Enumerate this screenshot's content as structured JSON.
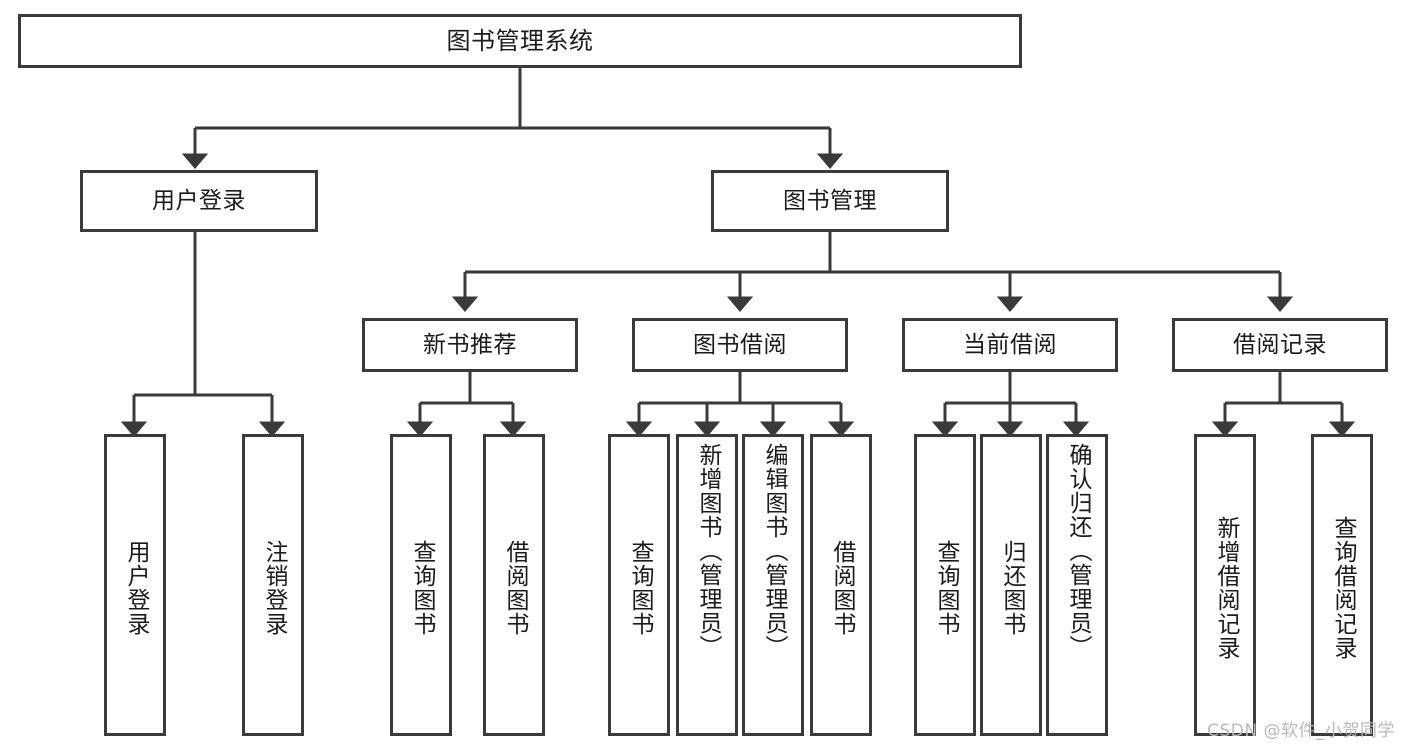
{
  "diagram": {
    "title": "图书管理系统",
    "watermark": "CSDN @软件_小贺同学",
    "stroke_color": "#3a3a3a",
    "background_color": "#ffffff",
    "text_color": "#1b1b1b",
    "watermark_color": "#b9b9b9",
    "type": "tree-hierarchy",
    "levels": 4
  },
  "nodes": {
    "root": {
      "label": "图书管理系统"
    },
    "level2": [
      {
        "label": "用户登录"
      },
      {
        "label": "图书管理"
      }
    ],
    "level3": [
      {
        "label": "新书推荐"
      },
      {
        "label": "图书借阅"
      },
      {
        "label": "当前借阅"
      },
      {
        "label": "借阅记录"
      }
    ],
    "leaves": {
      "user_login": [
        {
          "label": "用户登录"
        },
        {
          "label": "注销登录"
        }
      ],
      "new_book_recommend": [
        {
          "label": "查询图书"
        },
        {
          "label": "借阅图书"
        }
      ],
      "book_borrow": [
        {
          "label": "查询图书"
        },
        {
          "label": "新增图书（管理员）"
        },
        {
          "label": "编辑图书（管理员）"
        },
        {
          "label": "借阅图书"
        }
      ],
      "current_borrow": [
        {
          "label": "查询图书"
        },
        {
          "label": "归还图书"
        },
        {
          "label": "确认归还（管理员）"
        }
      ],
      "borrow_record": [
        {
          "label": "新增借阅记录"
        },
        {
          "label": "查询借阅记录"
        }
      ]
    }
  },
  "edges": {
    "root_to_level2": 2,
    "user_login_to_leaves": 2,
    "book_manage_to_level3": 4,
    "new_book_recommend_to_leaves": 2,
    "book_borrow_to_leaves": 4,
    "current_borrow_to_leaves": 3,
    "borrow_record_to_leaves": 2
  }
}
